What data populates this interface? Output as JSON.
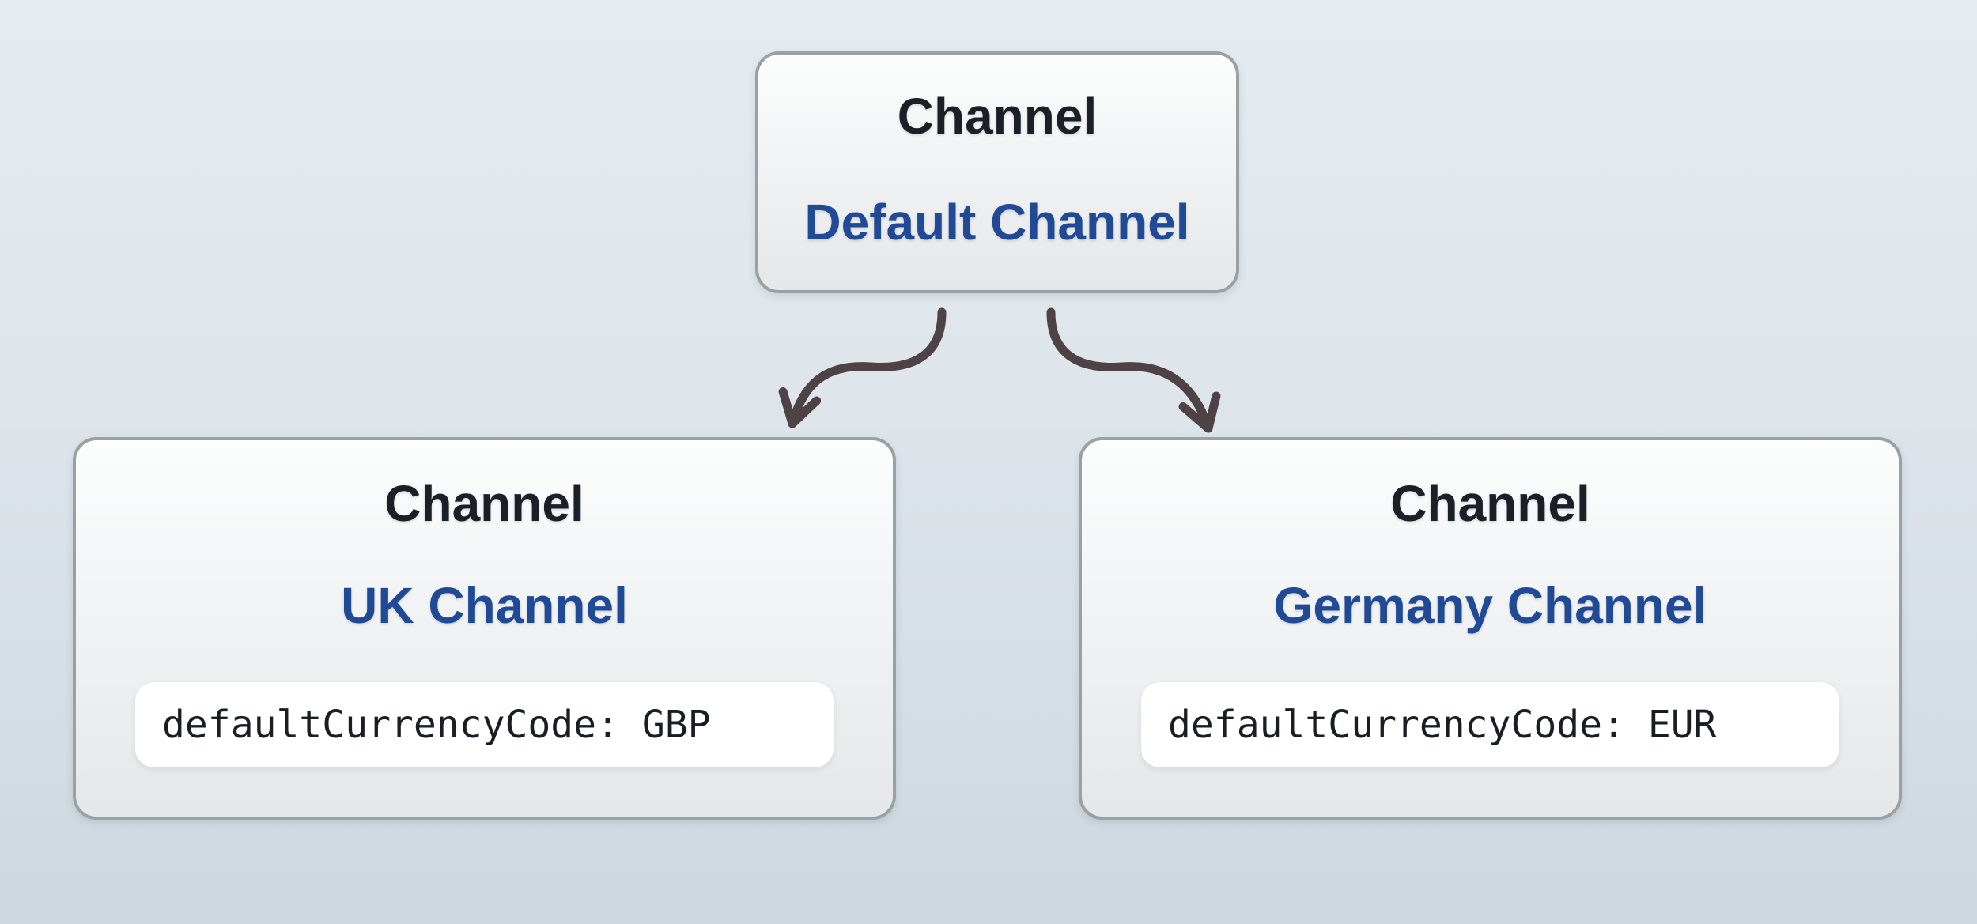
{
  "colors": {
    "bg_top": "#e5ecf1",
    "bg_mid": "#dde5eb",
    "bg_bottom": "#cdd8de",
    "node_border": "#9aa1a3",
    "heading_color": "#1b2028",
    "name_color": "#204a96",
    "pill_bg": "#ffffff",
    "code_color": "#191d24",
    "arrow_color": "#4e4245"
  },
  "nodes": {
    "root": {
      "type_label": "Channel",
      "name": "Default Channel"
    },
    "uk": {
      "type_label": "Channel",
      "name": "UK Channel",
      "attribute": "defaultCurrencyCode: GBP"
    },
    "germany": {
      "type_label": "Channel",
      "name": "Germany Channel",
      "attribute": "defaultCurrencyCode: EUR"
    }
  },
  "edges": [
    {
      "from": "Default Channel",
      "to": "UK Channel"
    },
    {
      "from": "Default Channel",
      "to": "Germany Channel"
    }
  ]
}
